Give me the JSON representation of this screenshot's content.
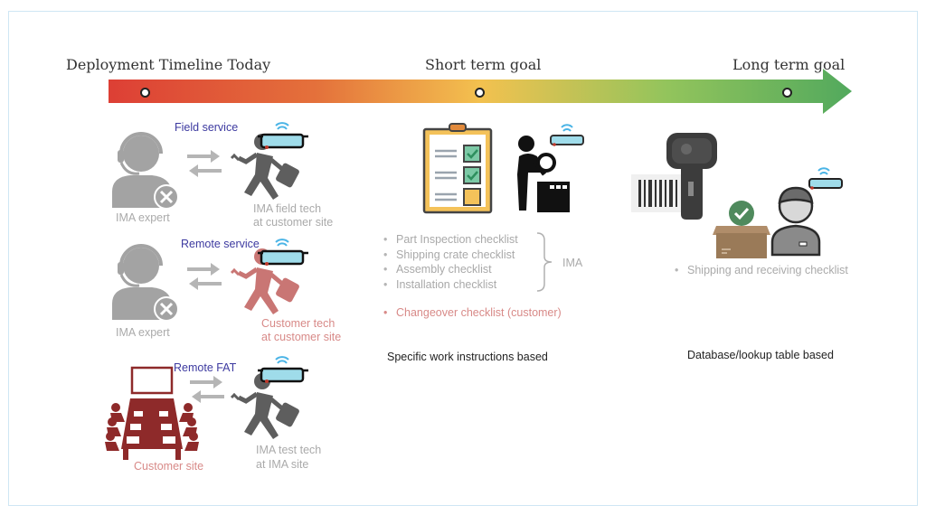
{
  "timeline": {
    "milestones": [
      {
        "label": "Deployment Timeline Today",
        "stage": "today"
      },
      {
        "label": "Short term goal",
        "stage": "short-term"
      },
      {
        "label": "Long term goal",
        "stage": "long-term"
      }
    ],
    "gradient_colors": [
      "#dd3f35",
      "#e57a3b",
      "#f2bd4e",
      "#9cc35a",
      "#56ab5e"
    ]
  },
  "today": {
    "scenarios": [
      {
        "title": "Field service",
        "left_label": "IMA expert",
        "right_label_line1": "IMA field tech",
        "right_label_line2": "at customer site"
      },
      {
        "title": "Remote service",
        "left_label": "IMA expert",
        "right_label_line1": "Customer tech",
        "right_label_line2": "at customer site"
      },
      {
        "title": "Remote FAT",
        "left_label": "Customer site",
        "right_label_line1": "IMA test tech",
        "right_label_line2": "at IMA site"
      }
    ]
  },
  "short_term": {
    "checklists": [
      "Part Inspection checklist",
      "Shipping crate checklist",
      "Assembly checklist",
      "Installation checklist"
    ],
    "group_label": "IMA",
    "customer_checklist": "Changeover checklist (customer)",
    "basis": "Specific work instructions based"
  },
  "long_term": {
    "checklist": "Shipping and receiving checklist",
    "basis": "Database/lookup table based"
  },
  "colors": {
    "title_blue": "#3d3aa0",
    "customer_red": "#8e2a2a",
    "customer_pink": "#d88a88",
    "icon_gray": "#a3a3a3",
    "tech_gray": "#5e5e5e",
    "glasses_cyan": "#9fdcea"
  }
}
